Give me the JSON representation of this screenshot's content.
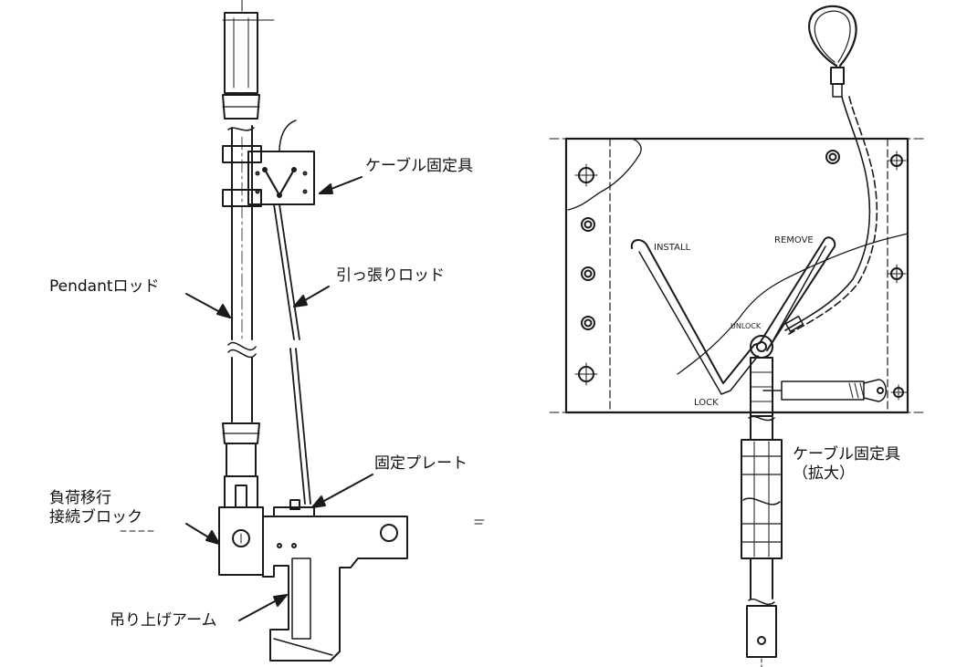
{
  "labels": {
    "cable_fixture": "ケーブル固定具",
    "tension_rod": "引っ張りロッド",
    "pendant_rod": "Pendantロッド",
    "fixing_plate": "固定プレート",
    "load_transfer_line1": "負荷移行",
    "load_transfer_line2": "接続ブロック",
    "lifting_arm": "吊り上げアーム",
    "cable_fixture_enlarged_line1": "ケーブル固定具",
    "cable_fixture_enlarged_line2": "（拡大）"
  },
  "plate_marks": {
    "install": "INSTALL",
    "remove": "REMOVE",
    "unlock": "UNLOCK",
    "lock": "LOCK"
  }
}
